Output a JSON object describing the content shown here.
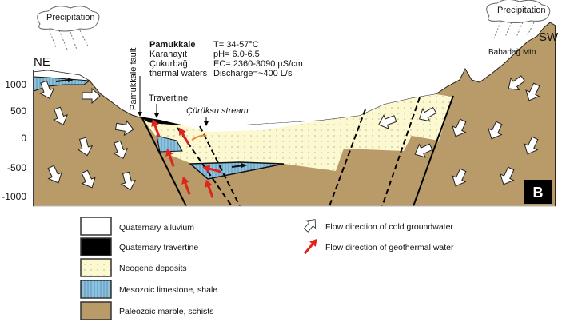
{
  "title_box": "B",
  "orientation": {
    "left": "NE",
    "right": "SW"
  },
  "precipitation_left": "Precipitation",
  "precipitation_right": "Precipitation",
  "mountain": "Babadağ Mtn.",
  "fault_label": "Pamukkale fault",
  "travertine_label": "Travertine",
  "stream_label": "Çürüksu stream",
  "thermal_waters": {
    "names": [
      "Pamukkale",
      "Karahayıt",
      "Çukurbağ",
      "thermal waters"
    ],
    "props": [
      "T= 34-57°C",
      "pH= 6.0-6.5",
      "EC= 2360-3090 µS/cm",
      "Discharge=~400 L/s"
    ]
  },
  "y_axis": {
    "ticks": [
      "1000",
      "500",
      "0",
      "-500",
      "-1000"
    ]
  },
  "legend": {
    "units": [
      {
        "label": "Quaternary alluvium",
        "color": "#ffffff"
      },
      {
        "label": "Quaternary travertine",
        "color": "#000000"
      },
      {
        "label": "Neogene deposits",
        "color": "#fcf8cf"
      },
      {
        "label": "Mesozoic limestone, shale",
        "color": "#8cc3e0"
      },
      {
        "label": "Paleozoic marble, schists",
        "color": "#b99a69"
      }
    ],
    "arrows": [
      {
        "label": "Flow direction of cold groundwater",
        "icon": "white-arrow"
      },
      {
        "label": "Flow direction of geothermal water",
        "icon": "red-arrow",
        "color": "#e0241b"
      }
    ]
  }
}
